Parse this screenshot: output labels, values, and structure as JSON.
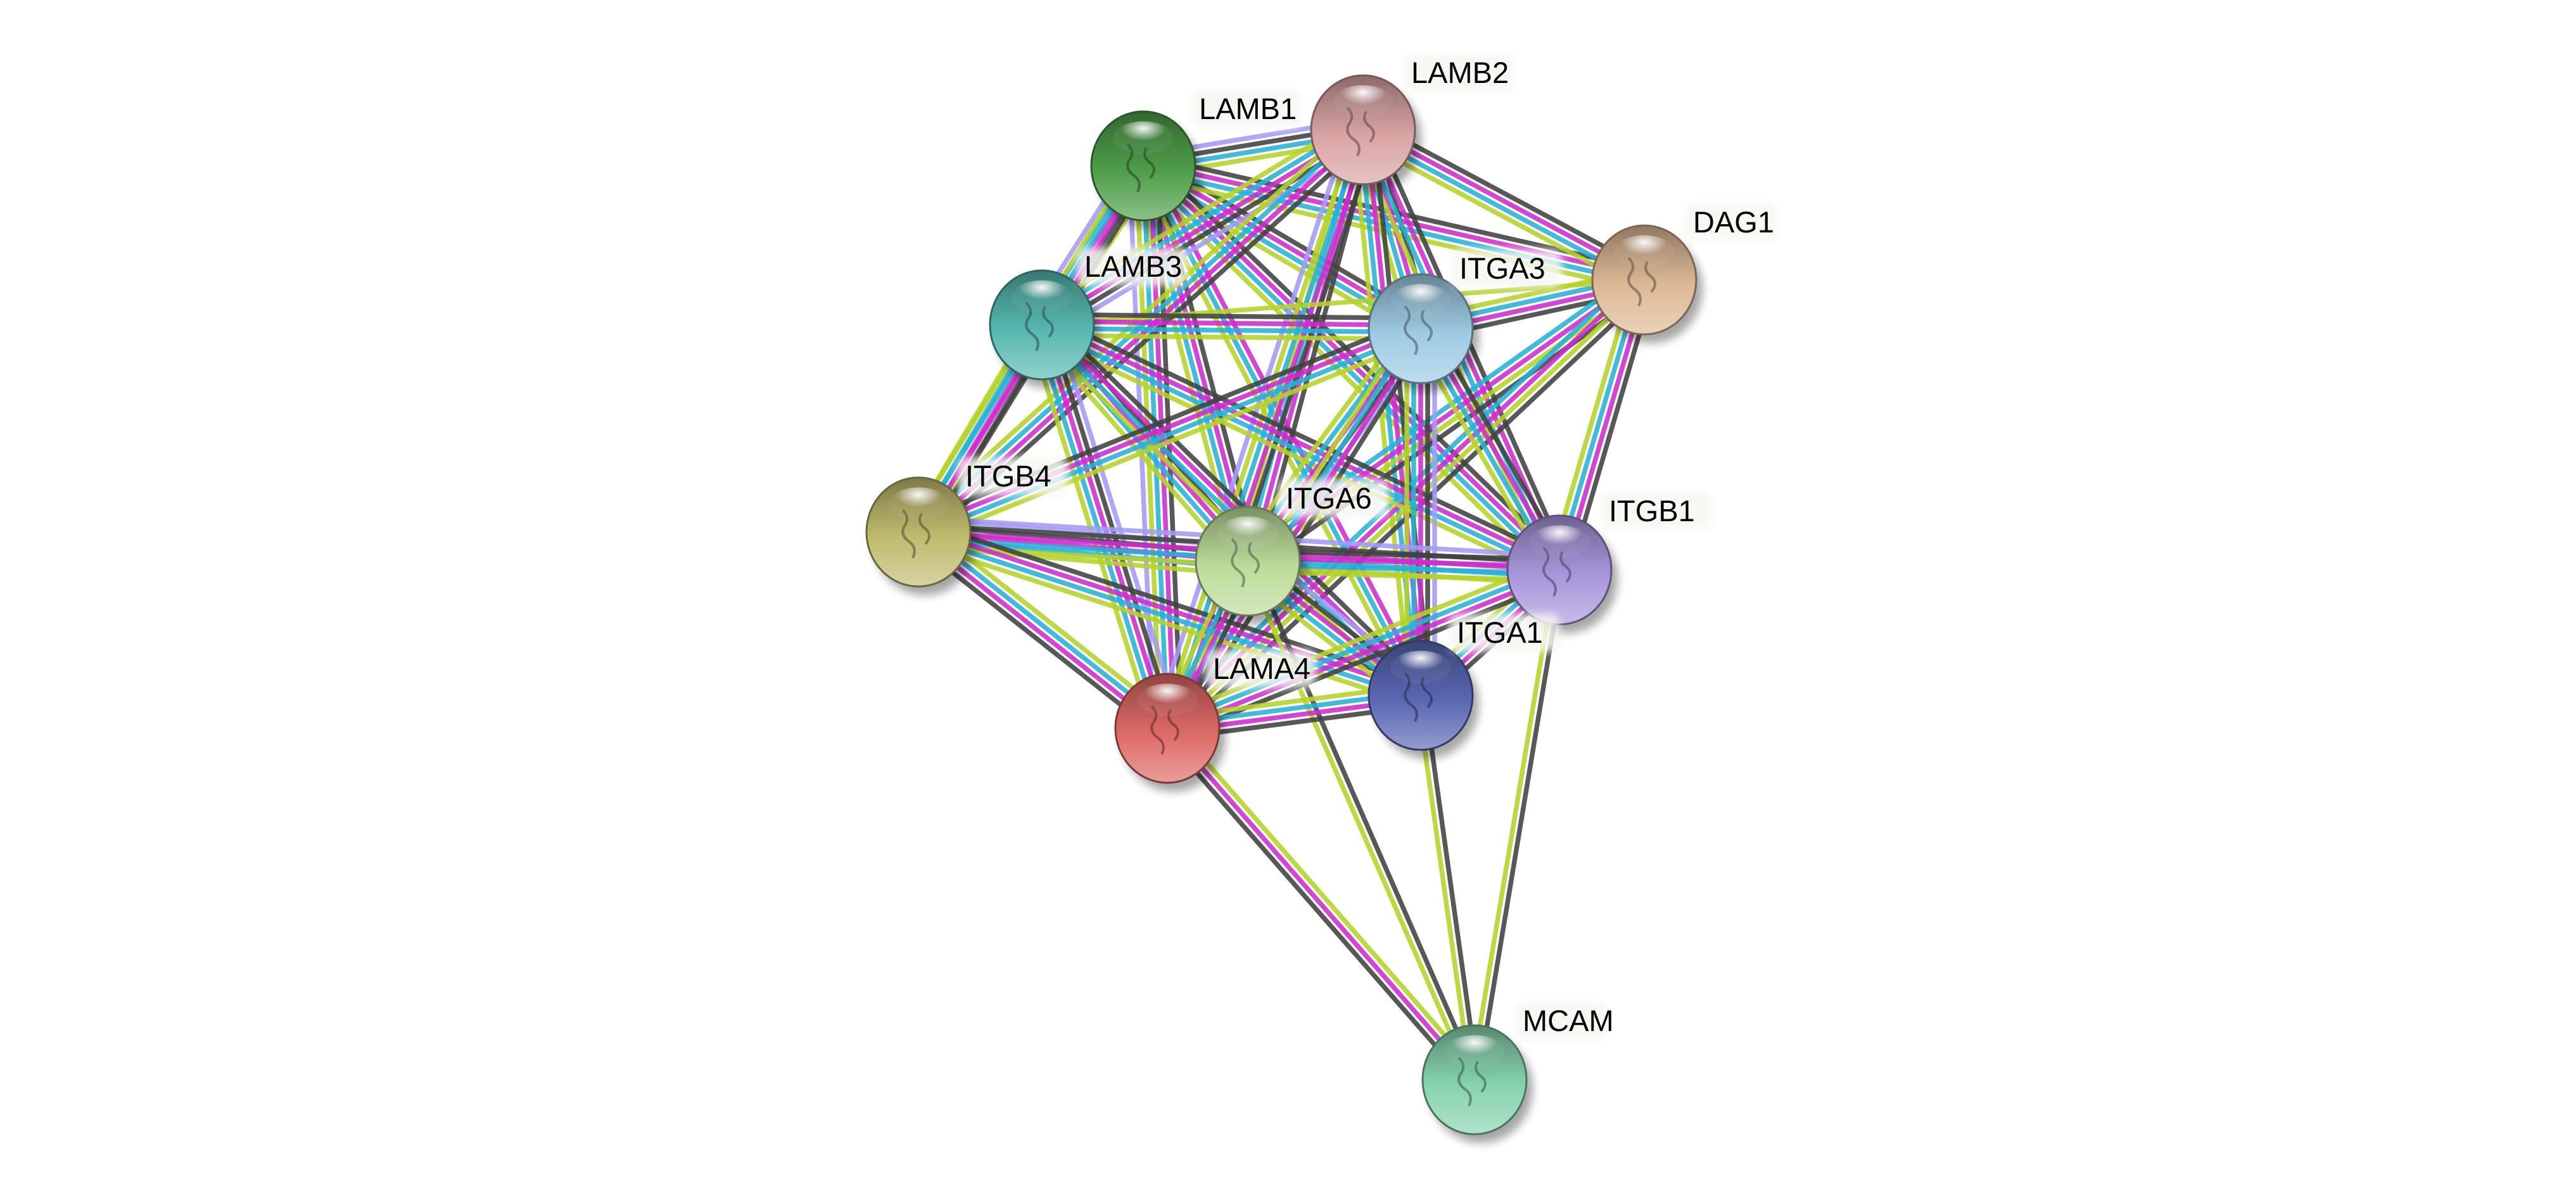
{
  "diagram": {
    "type": "protein-interaction-network",
    "evidence_colors": {
      "curated_database": "#2ab1d6",
      "experimental": "#cc2ecc",
      "textmining": "#b5d22c",
      "coexpression": "#424242",
      "homology": "#a39cf5"
    },
    "nodes": [
      {
        "id": "LAMB1",
        "label": "LAMB1",
        "color": "#4f9e4a"
      },
      {
        "id": "LAMB2",
        "label": "LAMB2",
        "color": "#d9a3a3"
      },
      {
        "id": "DAG1",
        "label": "DAG1",
        "color": "#ddb995"
      },
      {
        "id": "LAMB3",
        "label": "LAMB3",
        "color": "#56b8b0"
      },
      {
        "id": "ITGA3",
        "label": "ITGA3",
        "color": "#9ecbe3"
      },
      {
        "id": "ITGB4",
        "label": "ITGB4",
        "color": "#c0bb6e"
      },
      {
        "id": "ITGA6",
        "label": "ITGA6",
        "color": "#bcdc9a"
      },
      {
        "id": "ITGB1",
        "label": "ITGB1",
        "color": "#a996dc"
      },
      {
        "id": "ITGA1",
        "label": "ITGA1",
        "color": "#5a68b4"
      },
      {
        "id": "LAMA4",
        "label": "LAMA4",
        "color": "#de6a66"
      },
      {
        "id": "MCAM",
        "label": "MCAM",
        "color": "#86d3ae"
      }
    ],
    "edges": [
      {
        "a": "LAMB1",
        "b": "LAMB2",
        "evidence": [
          "homology",
          "coexpression",
          "curated_database",
          "textmining"
        ]
      },
      {
        "a": "LAMB1",
        "b": "LAMB3",
        "evidence": [
          "textmining",
          "coexpression",
          "experimental",
          "curated_database",
          "homology"
        ]
      },
      {
        "a": "LAMB1",
        "b": "ITGA3",
        "evidence": [
          "coexpression",
          "experimental",
          "curated_database",
          "textmining"
        ]
      },
      {
        "a": "LAMB1",
        "b": "DAG1",
        "evidence": [
          "coexpression",
          "experimental",
          "curated_database",
          "textmining"
        ]
      },
      {
        "a": "LAMB1",
        "b": "ITGA6",
        "evidence": [
          "coexpression",
          "experimental",
          "curated_database",
          "textmining"
        ]
      },
      {
        "a": "LAMB1",
        "b": "ITGB1",
        "evidence": [
          "coexpression",
          "experimental",
          "curated_database",
          "textmining"
        ]
      },
      {
        "a": "LAMB1",
        "b": "ITGA1",
        "evidence": [
          "experimental",
          "curated_database",
          "textmining"
        ]
      },
      {
        "a": "LAMB1",
        "b": "LAMA4",
        "evidence": [
          "coexpression",
          "experimental",
          "curated_database",
          "textmining",
          "homology"
        ]
      },
      {
        "a": "LAMB1",
        "b": "ITGB4",
        "evidence": [
          "coexpression",
          "experimental",
          "curated_database",
          "textmining"
        ]
      },
      {
        "a": "LAMB2",
        "b": "DAG1",
        "evidence": [
          "coexpression",
          "experimental",
          "curated_database",
          "textmining"
        ]
      },
      {
        "a": "LAMB2",
        "b": "LAMB3",
        "evidence": [
          "homology",
          "coexpression",
          "experimental",
          "curated_database",
          "textmining"
        ]
      },
      {
        "a": "LAMB2",
        "b": "ITGA3",
        "evidence": [
          "coexpression",
          "experimental",
          "curated_database",
          "textmining"
        ]
      },
      {
        "a": "LAMB2",
        "b": "ITGA6",
        "evidence": [
          "coexpression",
          "experimental",
          "curated_database",
          "textmining"
        ]
      },
      {
        "a": "LAMB2",
        "b": "ITGB1",
        "evidence": [
          "coexpression",
          "experimental",
          "curated_database",
          "textmining"
        ]
      },
      {
        "a": "LAMB2",
        "b": "ITGA1",
        "evidence": [
          "coexpression",
          "experimental",
          "curated_database",
          "textmining"
        ]
      },
      {
        "a": "LAMB2",
        "b": "LAMA4",
        "evidence": [
          "coexpression",
          "experimental",
          "curated_database",
          "textmining",
          "homology"
        ]
      },
      {
        "a": "LAMB2",
        "b": "ITGB4",
        "evidence": [
          "coexpression",
          "experimental",
          "curated_database",
          "textmining"
        ]
      },
      {
        "a": "DAG1",
        "b": "ITGA3",
        "evidence": [
          "coexpression",
          "experimental",
          "curated_database",
          "textmining"
        ]
      },
      {
        "a": "DAG1",
        "b": "LAMB3",
        "evidence": [
          "textmining"
        ]
      },
      {
        "a": "DAG1",
        "b": "ITGB1",
        "evidence": [
          "coexpression",
          "experimental",
          "curated_database",
          "textmining"
        ]
      },
      {
        "a": "DAG1",
        "b": "ITGA6",
        "evidence": [
          "coexpression",
          "textmining",
          "experimental",
          "curated_database"
        ]
      },
      {
        "a": "DAG1",
        "b": "LAMA4",
        "evidence": [
          "coexpression",
          "textmining",
          "experimental",
          "curated_database"
        ]
      },
      {
        "a": "LAMB3",
        "b": "ITGA3",
        "evidence": [
          "coexpression",
          "experimental",
          "curated_database",
          "textmining"
        ]
      },
      {
        "a": "LAMB3",
        "b": "ITGB4",
        "evidence": [
          "coexpression",
          "experimental",
          "curated_database",
          "textmining"
        ]
      },
      {
        "a": "LAMB3",
        "b": "ITGA6",
        "evidence": [
          "coexpression",
          "experimental",
          "curated_database",
          "textmining"
        ]
      },
      {
        "a": "LAMB3",
        "b": "ITGB1",
        "evidence": [
          "coexpression",
          "experimental",
          "curated_database",
          "textmining"
        ]
      },
      {
        "a": "LAMB3",
        "b": "ITGA1",
        "evidence": [
          "coexpression",
          "experimental",
          "curated_database",
          "textmining"
        ]
      },
      {
        "a": "LAMB3",
        "b": "LAMA4",
        "evidence": [
          "homology",
          "coexpression",
          "experimental",
          "curated_database",
          "textmining"
        ]
      },
      {
        "a": "ITGA3",
        "b": "ITGB4",
        "evidence": [
          "textmining",
          "curated_database",
          "experimental",
          "coexpression"
        ]
      },
      {
        "a": "ITGA3",
        "b": "ITGA6",
        "evidence": [
          "homology",
          "coexpression",
          "experimental",
          "curated_database",
          "textmining"
        ]
      },
      {
        "a": "ITGA3",
        "b": "ITGB1",
        "evidence": [
          "coexpression",
          "experimental",
          "curated_database",
          "textmining"
        ]
      },
      {
        "a": "ITGA3",
        "b": "ITGA1",
        "evidence": [
          "homology",
          "coexpression",
          "experimental",
          "curated_database",
          "textmining"
        ]
      },
      {
        "a": "ITGA3",
        "b": "LAMA4",
        "evidence": [
          "coexpression",
          "experimental",
          "curated_database",
          "textmining"
        ]
      },
      {
        "a": "ITGB4",
        "b": "ITGA6",
        "evidence": [
          "homology",
          "coexpression",
          "experimental",
          "curated_database",
          "textmining"
        ]
      },
      {
        "a": "ITGB4",
        "b": "ITGB1",
        "evidence": [
          "homology",
          "coexpression",
          "experimental",
          "curated_database",
          "textmining"
        ]
      },
      {
        "a": "ITGB4",
        "b": "ITGA1",
        "evidence": [
          "coexpression",
          "experimental",
          "curated_database",
          "textmining"
        ]
      },
      {
        "a": "ITGB4",
        "b": "LAMA4",
        "evidence": [
          "textmining",
          "curated_database",
          "experimental",
          "coexpression"
        ]
      },
      {
        "a": "ITGA6",
        "b": "ITGB1",
        "evidence": [
          "coexpression",
          "experimental",
          "curated_database",
          "textmining"
        ]
      },
      {
        "a": "ITGA6",
        "b": "ITGA1",
        "evidence": [
          "homology",
          "coexpression",
          "experimental",
          "curated_database",
          "textmining"
        ]
      },
      {
        "a": "ITGA6",
        "b": "LAMA4",
        "evidence": [
          "coexpression",
          "experimental",
          "curated_database",
          "textmining"
        ]
      },
      {
        "a": "ITGA6",
        "b": "MCAM",
        "evidence": [
          "coexpression",
          "textmining"
        ]
      },
      {
        "a": "ITGB1",
        "b": "ITGA1",
        "evidence": [
          "coexpression",
          "experimental",
          "curated_database",
          "textmining"
        ]
      },
      {
        "a": "ITGB1",
        "b": "LAMA4",
        "evidence": [
          "coexpression",
          "experimental",
          "curated_database",
          "textmining"
        ]
      },
      {
        "a": "ITGB1",
        "b": "MCAM",
        "evidence": [
          "coexpression",
          "textmining"
        ]
      },
      {
        "a": "ITGA1",
        "b": "LAMA4",
        "evidence": [
          "coexpression",
          "experimental",
          "curated_database",
          "textmining"
        ]
      },
      {
        "a": "ITGA1",
        "b": "MCAM",
        "evidence": [
          "coexpression",
          "textmining"
        ]
      },
      {
        "a": "LAMA4",
        "b": "MCAM",
        "evidence": [
          "textmining",
          "experimental",
          "coexpression"
        ]
      }
    ]
  }
}
